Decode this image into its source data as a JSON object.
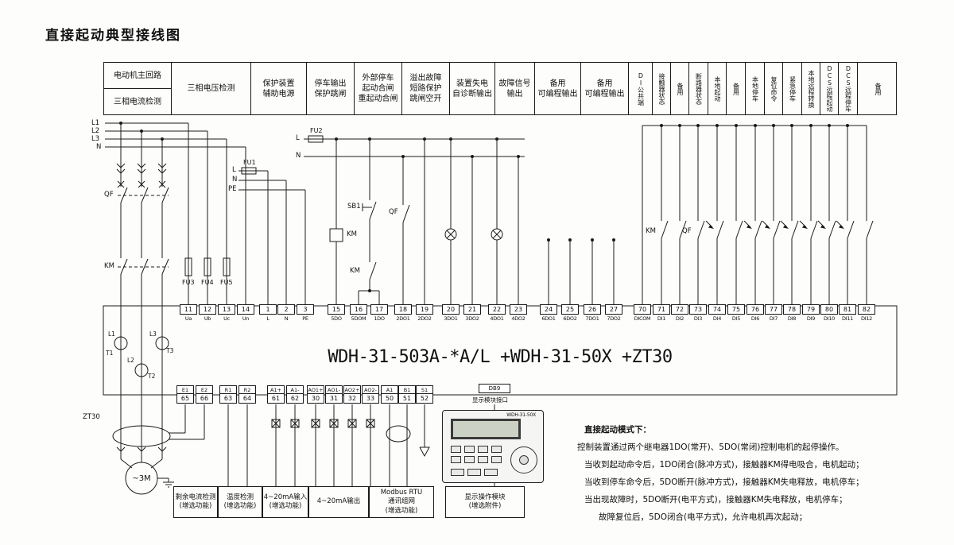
{
  "page": {
    "title": "直接起动典型接线图"
  },
  "header": {
    "col0_top": "电动机主回路",
    "col0_bottom": "三相电流检测",
    "columns": [
      "三相电压检测",
      "保护装置\n辅助电源",
      "停车输出\n保护跳闸",
      "外部停车\n起动合闸\n重起动合闸",
      "溢出故障\n短路保护\n跳闸空开",
      "装置失电\n自诊断输出",
      "故障信号\n输出",
      "备用\n可编程输出",
      "备用\n可编程输出",
      "DI公共端",
      "接触器状态",
      "备用",
      "断路器状态",
      "本地起动",
      "备用",
      "本地停车",
      "复位命令",
      "紧急停车",
      "本地远程转换",
      "DCS远程起动",
      "DCS远程停车",
      "备用"
    ]
  },
  "device": {
    "model_line": "WDH-31-503A-*A/L +WDH-31-50X +ZT30"
  },
  "terminals_top": [
    {
      "no": "11",
      "label": "Ua"
    },
    {
      "no": "12",
      "label": "Ub"
    },
    {
      "no": "13",
      "label": "Uc"
    },
    {
      "no": "14",
      "label": "Un"
    },
    {
      "no": "1",
      "label": "L"
    },
    {
      "no": "2",
      "label": "N"
    },
    {
      "no": "3",
      "label": "PE"
    },
    {
      "no": "15",
      "label": "5DO"
    },
    {
      "no": "16",
      "label": "5DOM"
    },
    {
      "no": "17",
      "label": "1DO"
    },
    {
      "no": "18",
      "label": "2DO1"
    },
    {
      "no": "19",
      "label": "2DO2"
    },
    {
      "no": "20",
      "label": "3DO1"
    },
    {
      "no": "21",
      "label": "3DO2"
    },
    {
      "no": "22",
      "label": "4DO1"
    },
    {
      "no": "23",
      "label": "4DO2"
    },
    {
      "no": "24",
      "label": "6DO1"
    },
    {
      "no": "25",
      "label": "6DO2"
    },
    {
      "no": "26",
      "label": "7DO1"
    },
    {
      "no": "27",
      "label": "7DO2"
    },
    {
      "no": "70",
      "label": "DICOM"
    },
    {
      "no": "71",
      "label": "DI1"
    },
    {
      "no": "72",
      "label": "DI2"
    },
    {
      "no": "73",
      "label": "DI3"
    },
    {
      "no": "74",
      "label": "DI4"
    },
    {
      "no": "75",
      "label": "DI5"
    },
    {
      "no": "76",
      "label": "DI6"
    },
    {
      "no": "77",
      "label": "DI7"
    },
    {
      "no": "78",
      "label": "DI8"
    },
    {
      "no": "79",
      "label": "DI9"
    },
    {
      "no": "80",
      "label": "DI10"
    },
    {
      "no": "81",
      "label": "DI11"
    },
    {
      "no": "82",
      "label": "DI12"
    }
  ],
  "terminals_bottom": [
    {
      "label": "E1",
      "no": "65"
    },
    {
      "label": "E2",
      "no": "66"
    },
    {
      "label": "R1",
      "no": "63"
    },
    {
      "label": "R2",
      "no": "64"
    },
    {
      "label": "A1+",
      "no": "61"
    },
    {
      "label": "A1-",
      "no": "62"
    },
    {
      "label": "AO1+",
      "no": "30"
    },
    {
      "label": "AO1-",
      "no": "31"
    },
    {
      "label": "AO2+",
      "no": "32"
    },
    {
      "label": "AO2-",
      "no": "33"
    },
    {
      "label": "A1",
      "no": "50"
    },
    {
      "label": "B1",
      "no": "51"
    },
    {
      "label": "S1",
      "no": "52"
    }
  ],
  "labels": {
    "phases": [
      "L1",
      "L2",
      "L3",
      "N"
    ],
    "qf": "QF",
    "km": "KM",
    "fu1": "FU1",
    "fu2": "FU2",
    "fu3": "FU3",
    "fu4": "FU4",
    "fu5": "FU5",
    "aux_l": "L",
    "aux_n": "N",
    "aux_pe": "PE",
    "bus_l": "L",
    "bus_n": "N",
    "sb1": "SB1",
    "zt30": "ZT30",
    "motor": "~3M",
    "t1": "T1",
    "t2": "T2",
    "t3": "T3",
    "db9": "DB9",
    "db9_desc": "显示模块接口"
  },
  "display_panel": {
    "model": "WDH-31-50X"
  },
  "option_boxes": [
    {
      "lines": "剩余电流检测\n(增选功能)"
    },
    {
      "lines": "温度检测\n(增选功能)"
    },
    {
      "lines": "4~20mA输入\n(增选功能)"
    },
    {
      "lines": "4~20mA输出"
    },
    {
      "lines": "Modbus RTU\n通讯组网\n(增选功能)"
    },
    {
      "lines": "显示操作模块\n(增选附件)"
    }
  ],
  "notes": {
    "title": "直接起动模式下：",
    "lines": [
      "控制装置通过两个继电器1DO(常开)、5DO(常闭)控制电机的起停操作。",
      "当收到起动命令后，1DO闭合(脉冲方式)，接触器KM得电吸合，电机起动；",
      "当收到停车命令后，5DO断开(脉冲方式)，接触器KM失电释放，电机停车；",
      "当出现故障时，5DO断开(电平方式)，接触器KM失电释放，电机停车；",
      "故障复位后，5DO闭合(电平方式)，允许电机再次起动；"
    ]
  }
}
